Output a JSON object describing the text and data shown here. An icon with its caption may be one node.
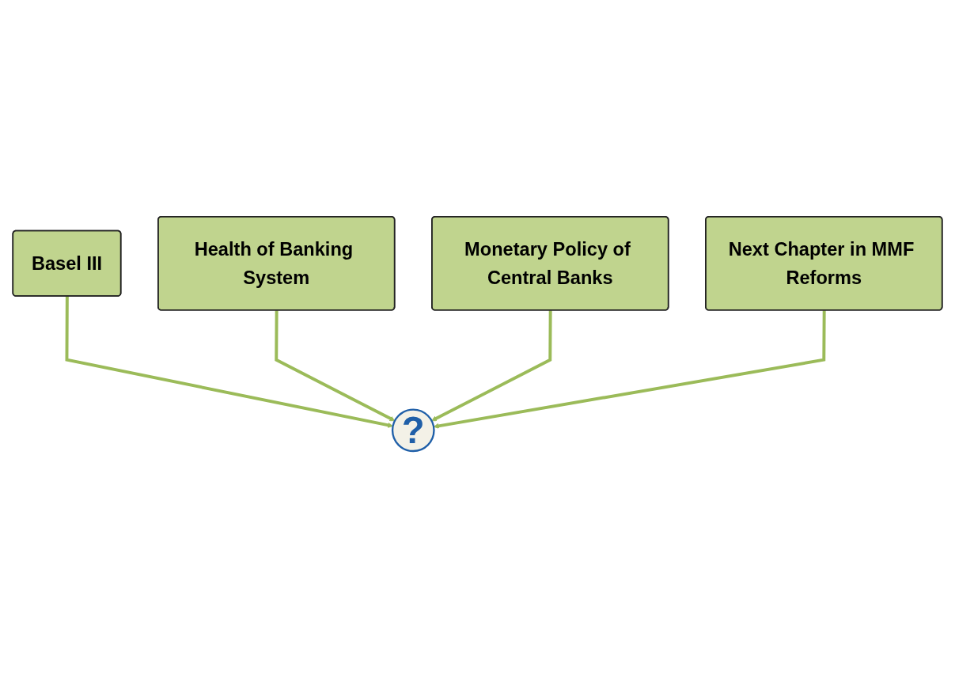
{
  "diagram": {
    "nodes": [
      {
        "text": [
          "Basel III"
        ]
      },
      {
        "text": [
          "Health of Banking System"
        ]
      },
      {
        "text": [
          "?"
        ]
      },
      {
        "text": [
          "Monetary Policy of Central Banks"
        ]
      },
      {
        "text": [
          "Next Chapter in MMF Reforms"
        ]
      }
    ],
    "edges": [
      {
        "from": 0,
        "to": 2,
        "arrow": "to"
      },
      {
        "from": 1,
        "to": 2,
        "arrow": "to"
      },
      {
        "from": 3,
        "to": 2,
        "arrow": "to"
      },
      {
        "from": 4,
        "to": 2,
        "arrow": "to"
      }
    ]
  }
}
